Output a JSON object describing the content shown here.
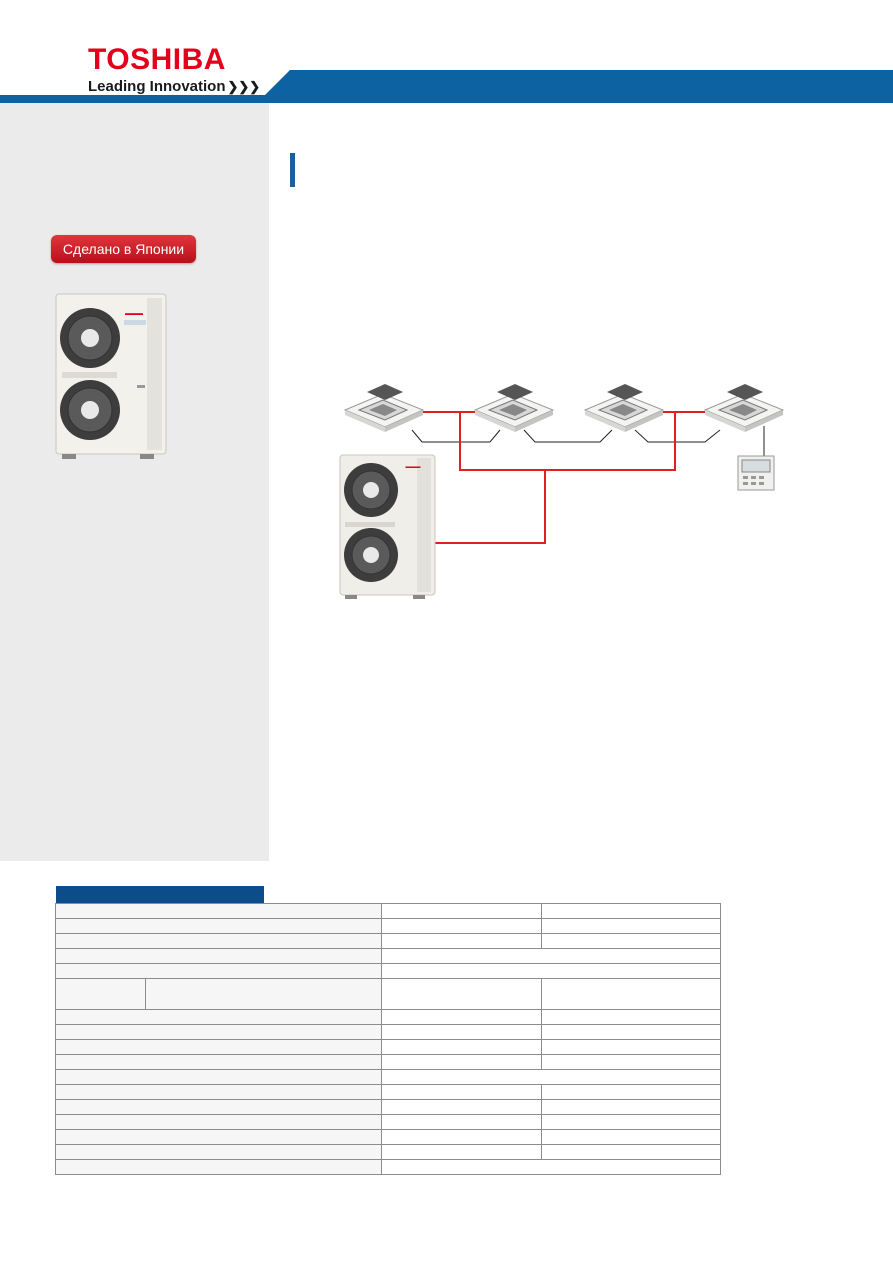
{
  "brand": {
    "name": "TOSHIBA",
    "tagline": "Leading Innovation"
  },
  "colors": {
    "brand_red": "#e2001a",
    "band_blue": "#0d62a2",
    "dark_blue": "#0d4c8a",
    "sidebar_gray": "#ebebeb",
    "pipe_red": "#e02020"
  },
  "badge": {
    "label": "Сделано в Японии"
  },
  "product_image": {
    "icon": "outdoor-unit-icon"
  },
  "diagram": {
    "indoor_units": [
      "cassette-indoor-unit-icon",
      "cassette-indoor-unit-icon",
      "cassette-indoor-unit-icon",
      "cassette-indoor-unit-icon"
    ],
    "controller": "remote-controller-icon",
    "outdoor_unit": "outdoor-unit-icon"
  }
}
